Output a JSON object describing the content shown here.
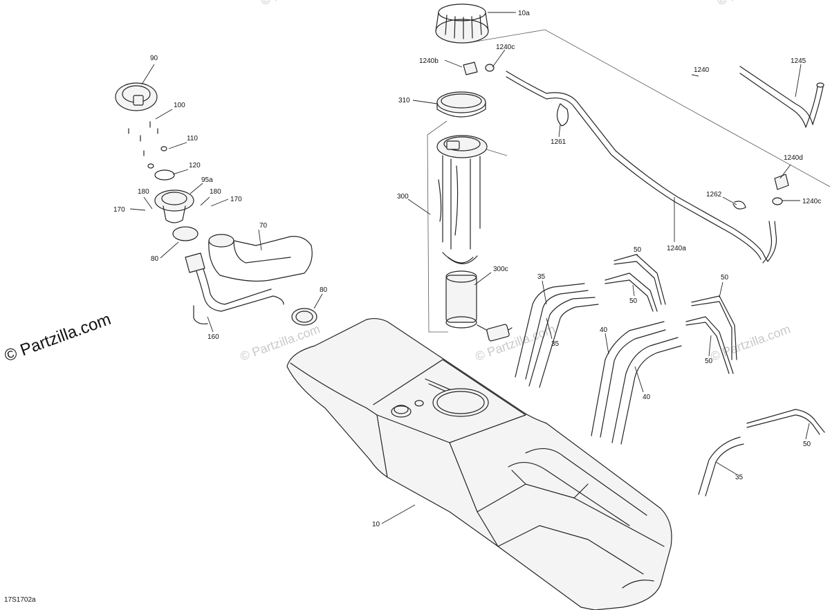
{
  "brand": "© Partzilla.com",
  "watermark": "© Partzilla.com",
  "diagram_code": "17S1702a",
  "callouts": [
    "10a",
    "1240c",
    "1240b",
    "1240",
    "1245",
    "310",
    "1261",
    "1240d",
    "1262",
    "1240c",
    "1240a",
    "300",
    "300c",
    "90",
    "100",
    "110",
    "120",
    "95a",
    "180",
    "180",
    "170",
    "170",
    "70",
    "80",
    "80",
    "160",
    "35",
    "35",
    "40",
    "40",
    "50",
    "50",
    "50",
    "50",
    "50",
    "35",
    "10"
  ]
}
